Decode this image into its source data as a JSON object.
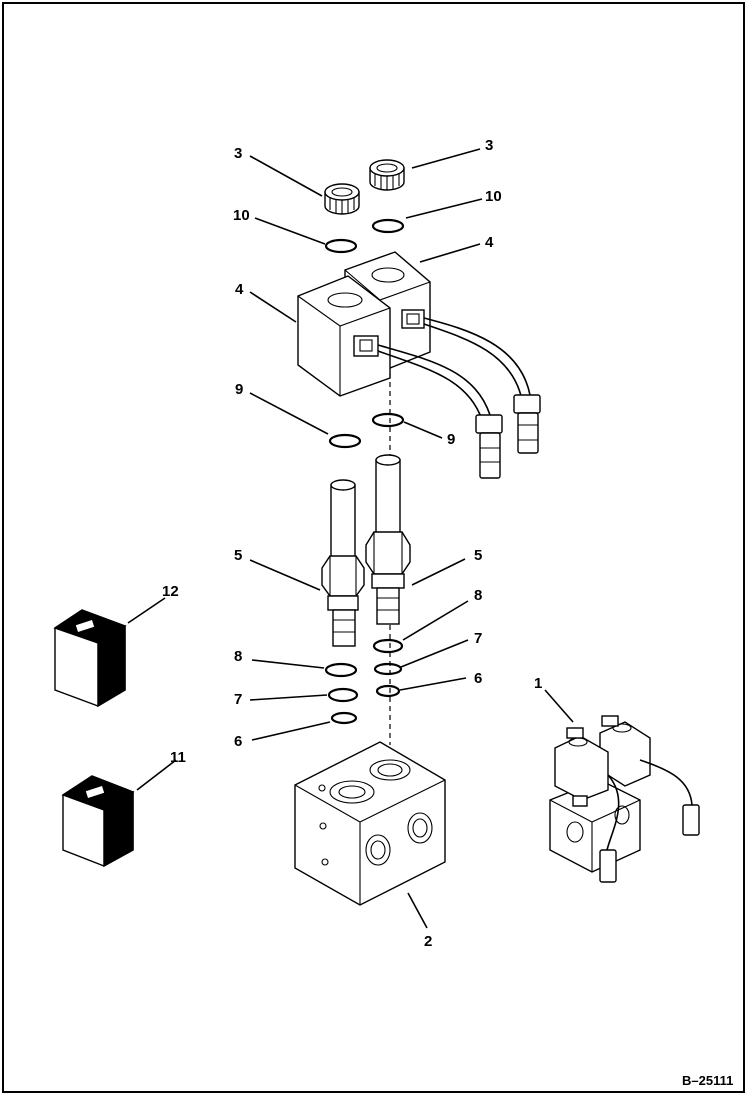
{
  "callouts": {
    "c1": "1",
    "c2": "2",
    "c3a": "3",
    "c3b": "3",
    "c4a": "4",
    "c4b": "4",
    "c5a": "5",
    "c5b": "5",
    "c6a": "6",
    "c6b": "6",
    "c7a": "7",
    "c7b": "7",
    "c8a": "8",
    "c8b": "8",
    "c9a": "9",
    "c9b": "9",
    "c10a": "10",
    "c10b": "10",
    "c11": "11",
    "c12": "12"
  },
  "figure_id": "B–25111"
}
